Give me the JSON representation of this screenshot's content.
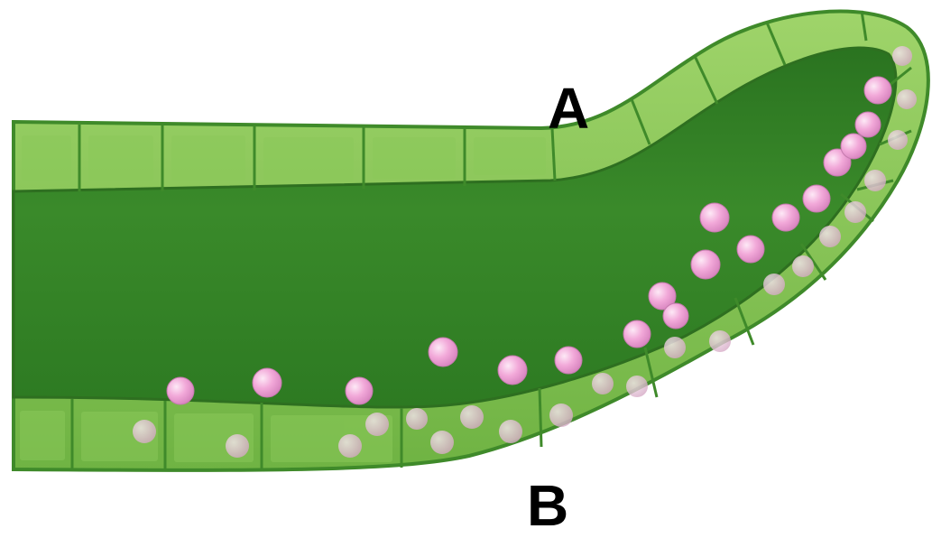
{
  "labels": {
    "a": "A",
    "b": "B"
  },
  "colors": {
    "background": "#ffffff",
    "cell_light": "#7cbf4a",
    "cell_face": "#8fcc5a",
    "cell_border": "#3f8a2a",
    "lumen_dark": "#2f7a22",
    "lumen_mid": "#3f8f2c",
    "particle": "#f3a6d8",
    "particle_highlight": "#fbe3f3",
    "particle_faded": "#e7c6dd",
    "label_text": "#000000"
  },
  "icons": {
    "particle": "pink-vesicle-dot"
  }
}
